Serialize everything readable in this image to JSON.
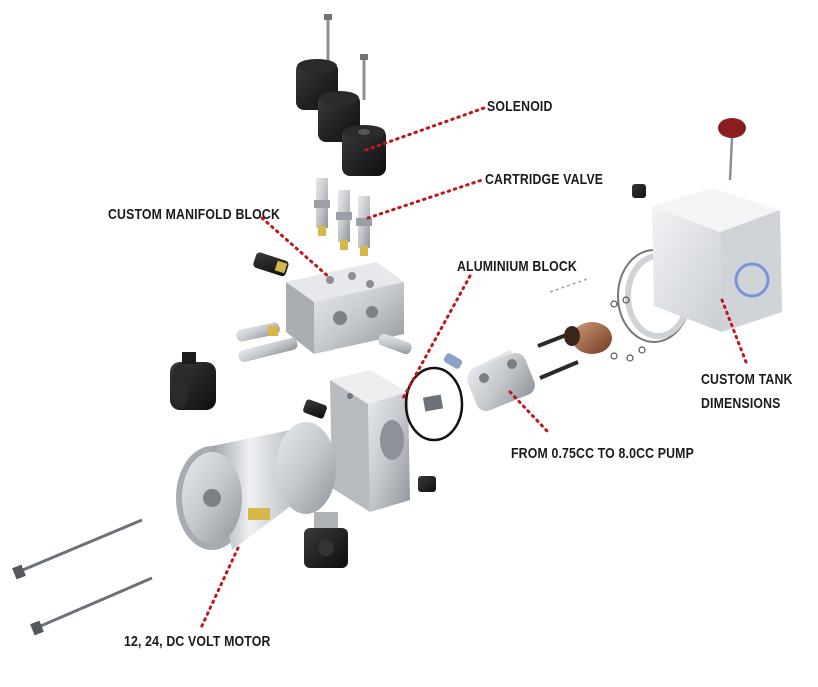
{
  "labels": {
    "solenoid": "SOLENOID",
    "cartridge_valve": "CARTRIDGE VALVE",
    "custom_manifold_block": "CUSTOM MANIFOLD BLOCK",
    "aluminium_block": "ALUMINIUM BLOCK",
    "custom_tank_line1": "CUSTOM TANK",
    "custom_tank_line2": "DIMENSIONS",
    "pump": "FROM 0.75CC TO 8.0CC PUMP",
    "motor": "12, 24,  DC VOLT MOTOR"
  },
  "colors": {
    "leader": "#c0161c",
    "metal": "#c9ccd0",
    "metal_dark": "#8e9398",
    "black_part": "#1c1c1e",
    "tank": "#e4e6e9",
    "accent_blue": "#3a6fd8"
  }
}
